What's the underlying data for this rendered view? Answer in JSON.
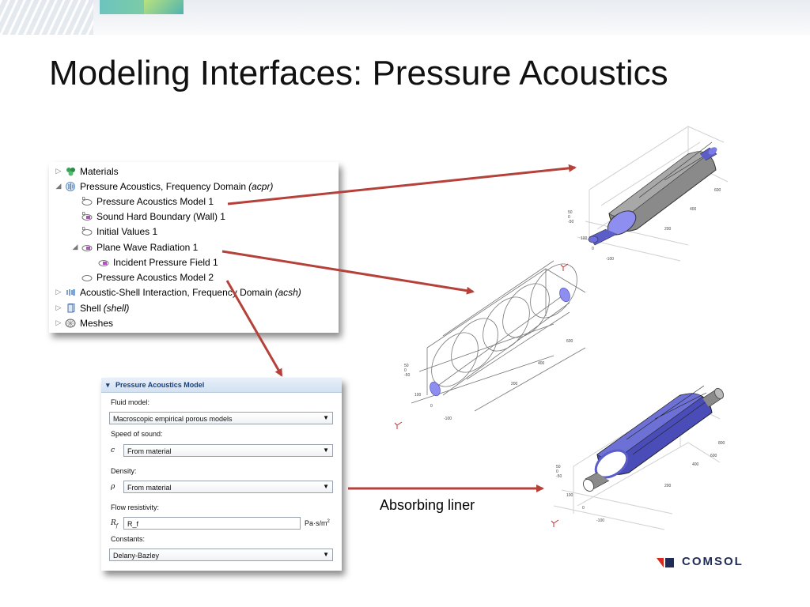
{
  "slide": {
    "title": "Modeling Interfaces: Pressure Acoustics",
    "caption": "Absorbing liner",
    "brand": "COMSOL"
  },
  "tree": {
    "nodes": [
      {
        "label": "Materials",
        "italic": "",
        "icon": "materials-icon",
        "expander": "▷"
      },
      {
        "label": "Pressure Acoustics, Frequency Domain",
        "italic": "(acpr)",
        "icon": "acoustics-physics-icon",
        "expander": "◢"
      },
      {
        "label": "Pressure Acoustics Model 1",
        "italic": "",
        "icon": "domain-node-icon",
        "expander": ""
      },
      {
        "label": "Sound Hard Boundary (Wall) 1",
        "italic": "",
        "icon": "boundary-node-icon",
        "expander": ""
      },
      {
        "label": "Initial Values 1",
        "italic": "",
        "icon": "domain-node-icon",
        "expander": ""
      },
      {
        "label": "Plane Wave Radiation 1",
        "italic": "",
        "icon": "boundary-node-icon",
        "expander": "◢"
      },
      {
        "label": "Incident Pressure Field 1",
        "italic": "",
        "icon": "boundary-node-icon",
        "expander": ""
      },
      {
        "label": "Pressure Acoustics Model 2",
        "italic": "",
        "icon": "domain-node-icon",
        "expander": ""
      },
      {
        "label": "Acoustic-Shell Interaction, Frequency Domain",
        "italic": "(acsh)",
        "icon": "multiphysics-icon",
        "expander": "▷"
      },
      {
        "label": "Shell",
        "italic": "(shell)",
        "icon": "shell-icon",
        "expander": "▷"
      },
      {
        "label": "Meshes",
        "italic": "",
        "icon": "meshes-icon",
        "expander": "▷"
      }
    ]
  },
  "panel": {
    "header": "Pressure Acoustics Model",
    "fluid_model_label": "Fluid model:",
    "fluid_model_value": "Macroscopic empirical porous models",
    "speed_label": "Speed of sound:",
    "speed_symbol": "c",
    "speed_value": "From material",
    "density_label": "Density:",
    "density_symbol": "ρ",
    "density_value": "From material",
    "flow_label": "Flow resistivity:",
    "flow_symbol": "R",
    "flow_symbol_sub": "f",
    "flow_value": "R_f",
    "flow_unit": "Pa·s/m",
    "flow_unit_sup": "2",
    "constants_label": "Constants:",
    "constants_value": "Delany-Bazley"
  },
  "models": {
    "top": {
      "ticks": [
        "50",
        "0",
        "-50",
        "100",
        "0",
        "-100",
        "200",
        "400",
        "600"
      ]
    },
    "middle": {
      "ticks": [
        "50",
        "0",
        "-50",
        "100",
        "0",
        "-100",
        "200",
        "400",
        "600"
      ]
    },
    "bottom": {
      "ticks": [
        "50",
        "0",
        "-50",
        "100",
        "0",
        "-100",
        "200",
        "400",
        "600",
        "800"
      ]
    }
  },
  "colors": {
    "arrow": "#b5413a",
    "liner": "#5b5ec8",
    "body_gray": "#8a8a8a",
    "brand_red": "#d62b1e",
    "brand_navy": "#1f2b57"
  }
}
